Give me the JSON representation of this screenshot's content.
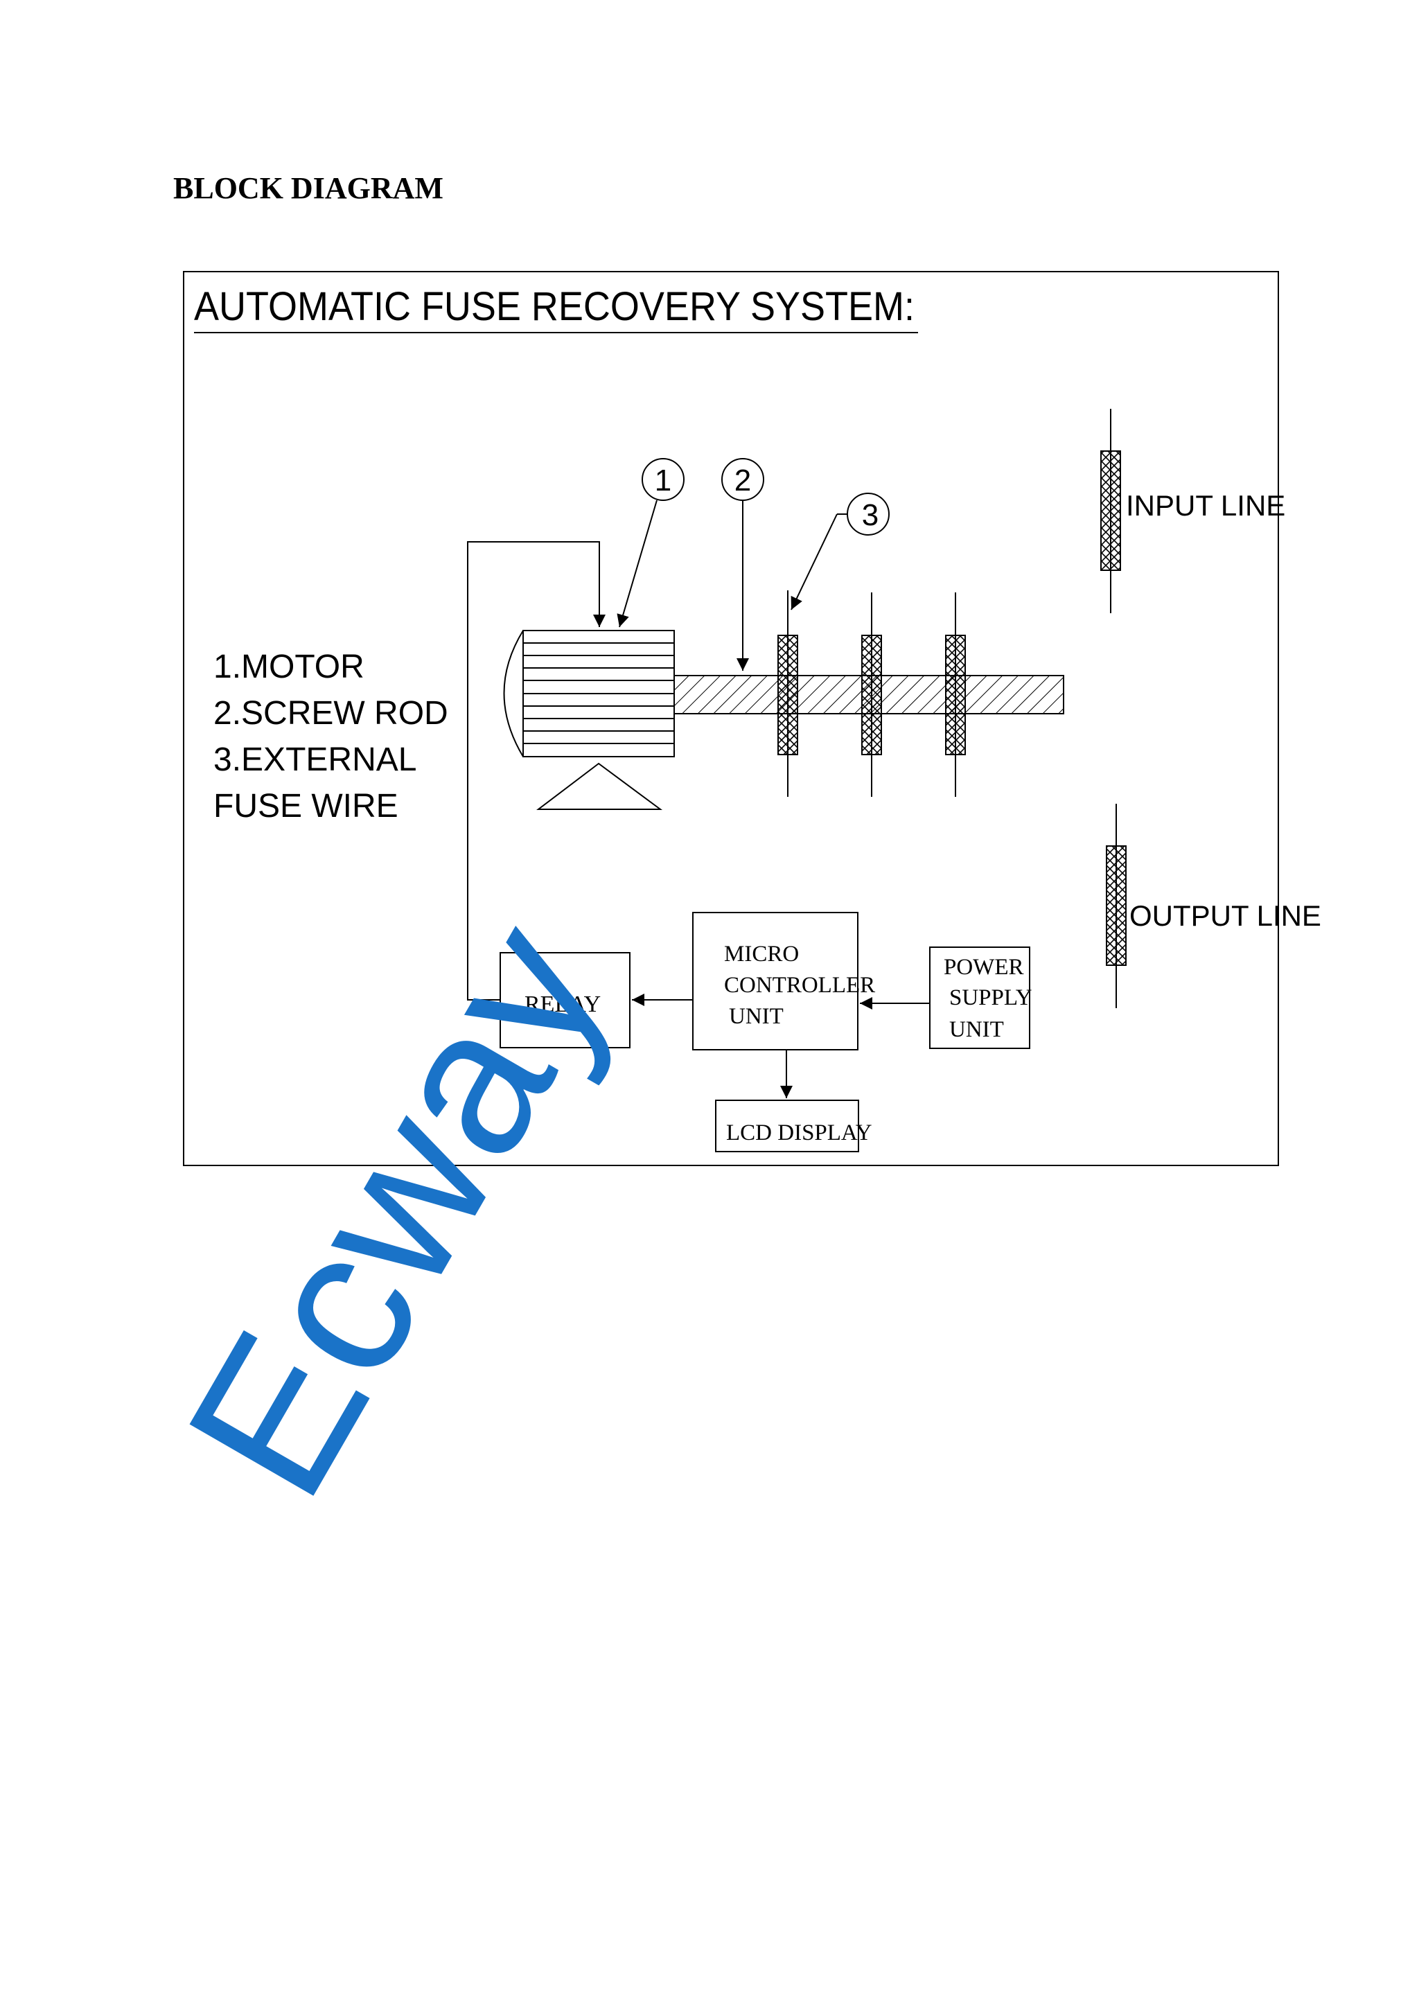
{
  "page": {
    "heading": "BLOCK DIAGRAM"
  },
  "diagram": {
    "title": "AUTOMATIC FUSE RECOVERY SYSTEM:",
    "legend": [
      "1.MOTOR",
      "2.SCREW ROD",
      "3.EXTERNAL",
      "FUSE WIRE"
    ],
    "callouts": [
      "1",
      "2",
      "3"
    ],
    "line_labels": {
      "input": "INPUT LINE",
      "output": "OUTPUT LINE"
    },
    "blocks": {
      "relay": [
        "RELAY"
      ],
      "micro": [
        "MICRO",
        "CONTROLLER",
        "UNIT"
      ],
      "power": [
        "POWER",
        "SUPPLY",
        "UNIT"
      ],
      "lcd": [
        "LCD DISPLAY"
      ]
    }
  },
  "watermark": {
    "text": "Ecway",
    "color": "#1a73c8"
  },
  "colors": {
    "ink": "#000000",
    "watermark": "#1a73c8"
  }
}
